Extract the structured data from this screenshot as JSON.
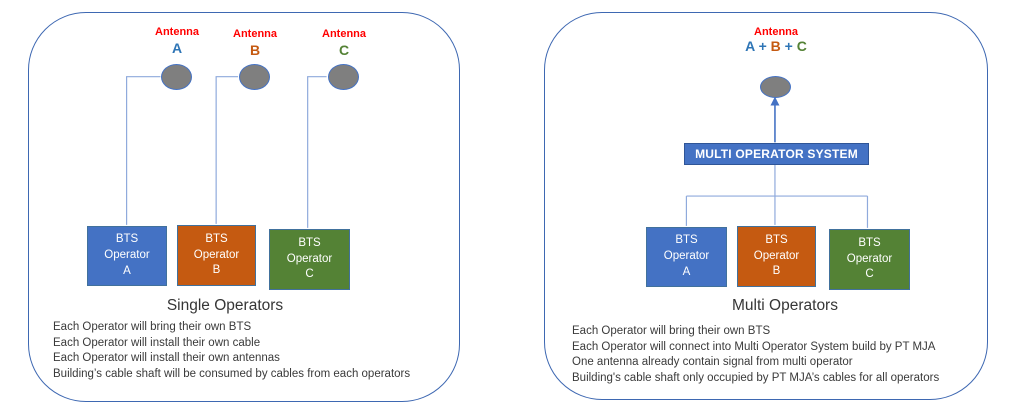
{
  "colors": {
    "panel_border": "#3E68B2",
    "connector_light": "#8FAADC",
    "arrow_blue": "#4472C4",
    "label_red": "#FF0000",
    "letter_a_blue": "#2E75B6",
    "letter_b_orange": "#C55A11",
    "letter_c_green": "#548235",
    "box_blue": "#4472C4",
    "box_orange": "#C55A11",
    "box_green": "#548235",
    "antenna_fill": "#7F7F7F",
    "body_text": "#3A3A3A"
  },
  "left_panel": {
    "antennas": [
      {
        "label": "Antenna",
        "letter": "A",
        "color": "#2E75B6"
      },
      {
        "label": "Antenna",
        "letter": "B",
        "color": "#C55A11"
      },
      {
        "label": "Antenna",
        "letter": "C",
        "color": "#548235"
      }
    ],
    "bts_boxes": [
      {
        "lines": [
          "BTS",
          "Operator",
          "A"
        ],
        "color": "#4472C4"
      },
      {
        "lines": [
          "BTS",
          "Operator",
          "B"
        ],
        "color": "#C55A11"
      },
      {
        "lines": [
          "BTS",
          "Operator",
          "C"
        ],
        "color": "#548235"
      }
    ],
    "title": "Single Operators",
    "notes": [
      "Each Operator will bring their own BTS",
      "Each Operator will install their own cable",
      "Each Operator will install their own antennas",
      "Building’s cable shaft will be consumed by cables from each operators"
    ]
  },
  "right_panel": {
    "antenna_label": "Antenna",
    "antenna_formula": [
      {
        "text": "A",
        "color": "#2E75B6"
      },
      {
        "text": " + ",
        "color": "#2E75B6"
      },
      {
        "text": "B",
        "color": "#C55A11"
      },
      {
        "text": " + ",
        "color": "#2E75B6"
      },
      {
        "text": "C",
        "color": "#548235"
      }
    ],
    "system_box_label": "MULTI OPERATOR SYSTEM",
    "bts_boxes": [
      {
        "lines": [
          "BTS",
          "Operator",
          "A"
        ],
        "color": "#4472C4"
      },
      {
        "lines": [
          "BTS",
          "Operator",
          "B"
        ],
        "color": "#C55A11"
      },
      {
        "lines": [
          "BTS",
          "Operator",
          "C"
        ],
        "color": "#548235"
      }
    ],
    "title": "Multi Operators",
    "notes": [
      "Each Operator will bring their own BTS",
      "Each Operator will connect into Multi Operator System build by PT MJA",
      "One antenna already contain signal from multi operator",
      "Building's cable shaft only occupied by PT MJA’s cables for all operators"
    ]
  }
}
